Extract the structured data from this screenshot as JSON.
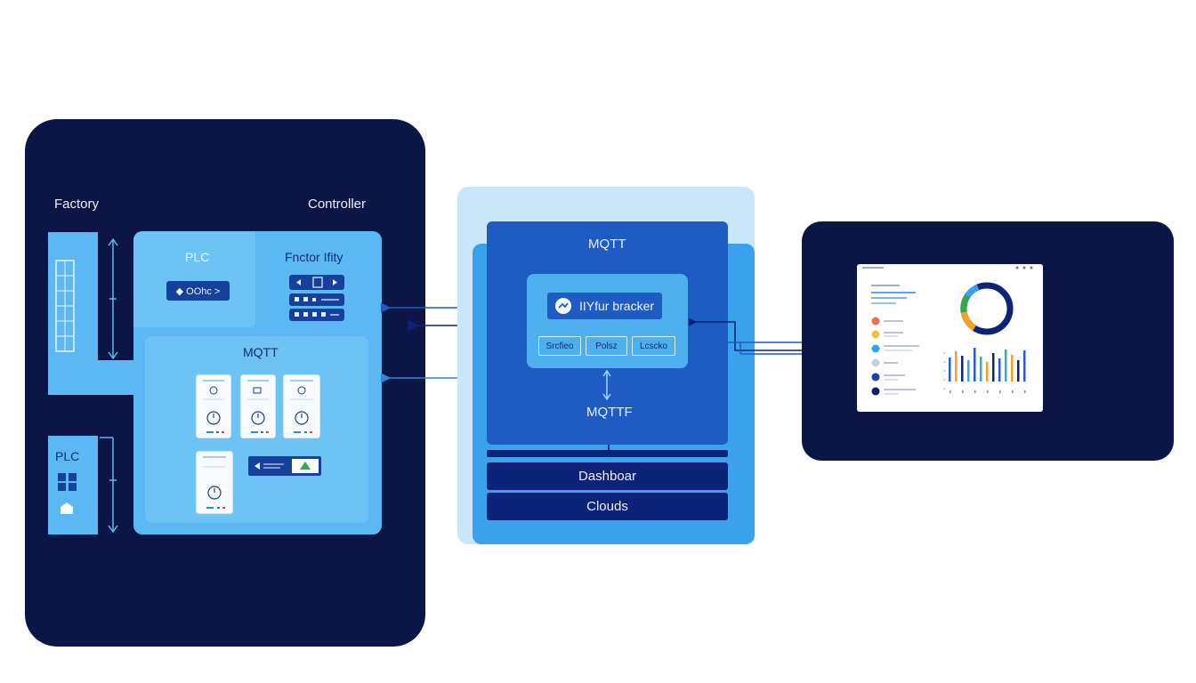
{
  "factory": {
    "title": "Factory",
    "controller_label": "Controller",
    "plc_label": "PLC",
    "plc_button": "◆ OOhc >",
    "facility_label": "Fnctor Ifity",
    "mqtt_label": "MQTT",
    "plc2_label": "PLC"
  },
  "cloud": {
    "mqtt_label": "MQTT",
    "broker_label": "IIYfur bracker",
    "chips": [
      "Srcfieo",
      "Polsz",
      "Lcscko"
    ],
    "mqtt2_label": "MQTTF",
    "dashboard_label": "Dashboar",
    "clouds_label": "Clouds"
  },
  "dashboard": {
    "legend_colors": [
      "#e8734a",
      "#f2c13a",
      "#2fa8e0",
      "#c9d3df",
      "#1d3fa8",
      "#0d1f66"
    ],
    "donut_colors": [
      "#0d237a",
      "#f2a12a",
      "#2fa84f",
      "#3aa2ec"
    ],
    "bar_colors": [
      "#2a5bd0",
      "#f2a12a",
      "#2fa8e0",
      "#0d237a"
    ],
    "colors": {
      "navy": "#0b1646",
      "light_blue": "#5bb8f2",
      "blue": "#1e5cc4"
    }
  }
}
